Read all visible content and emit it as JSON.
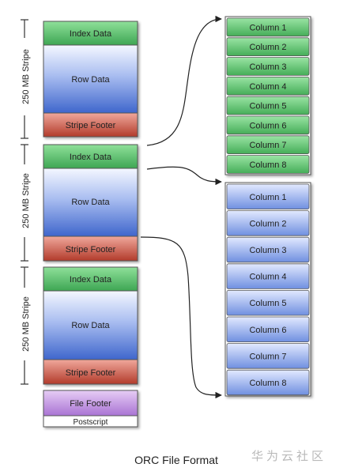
{
  "stripes": [
    {
      "brace_label": "250 MB Stripe",
      "index_label": "Index Data",
      "row_label": "Row Data",
      "footer_label": "Stripe Footer"
    },
    {
      "brace_label": "250 MB Stripe",
      "index_label": "Index Data",
      "row_label": "Row Data",
      "footer_label": "Stripe Footer"
    },
    {
      "brace_label": "250 MB Stripe",
      "index_label": "Index Data",
      "row_label": "Row Data",
      "footer_label": "Stripe Footer"
    }
  ],
  "file_footer": "File Footer",
  "postscript": "Postscript",
  "index_columns": [
    "Column 1",
    "Column 2",
    "Column 3",
    "Column 4",
    "Column 5",
    "Column 6",
    "Column 7",
    "Column 8"
  ],
  "row_columns": [
    "Column 1",
    "Column 2",
    "Column 3",
    "Column 4",
    "Column 5",
    "Column 6",
    "Column 7",
    "Column 8"
  ],
  "caption": "ORC File Format",
  "watermark": "华为云社区",
  "colors": {
    "index_green": "#5cc06c",
    "row_blue": "#5b80d8",
    "footer_red": "#c9594a",
    "file_footer_purple": "#b98ad9",
    "outline": "#555555"
  }
}
